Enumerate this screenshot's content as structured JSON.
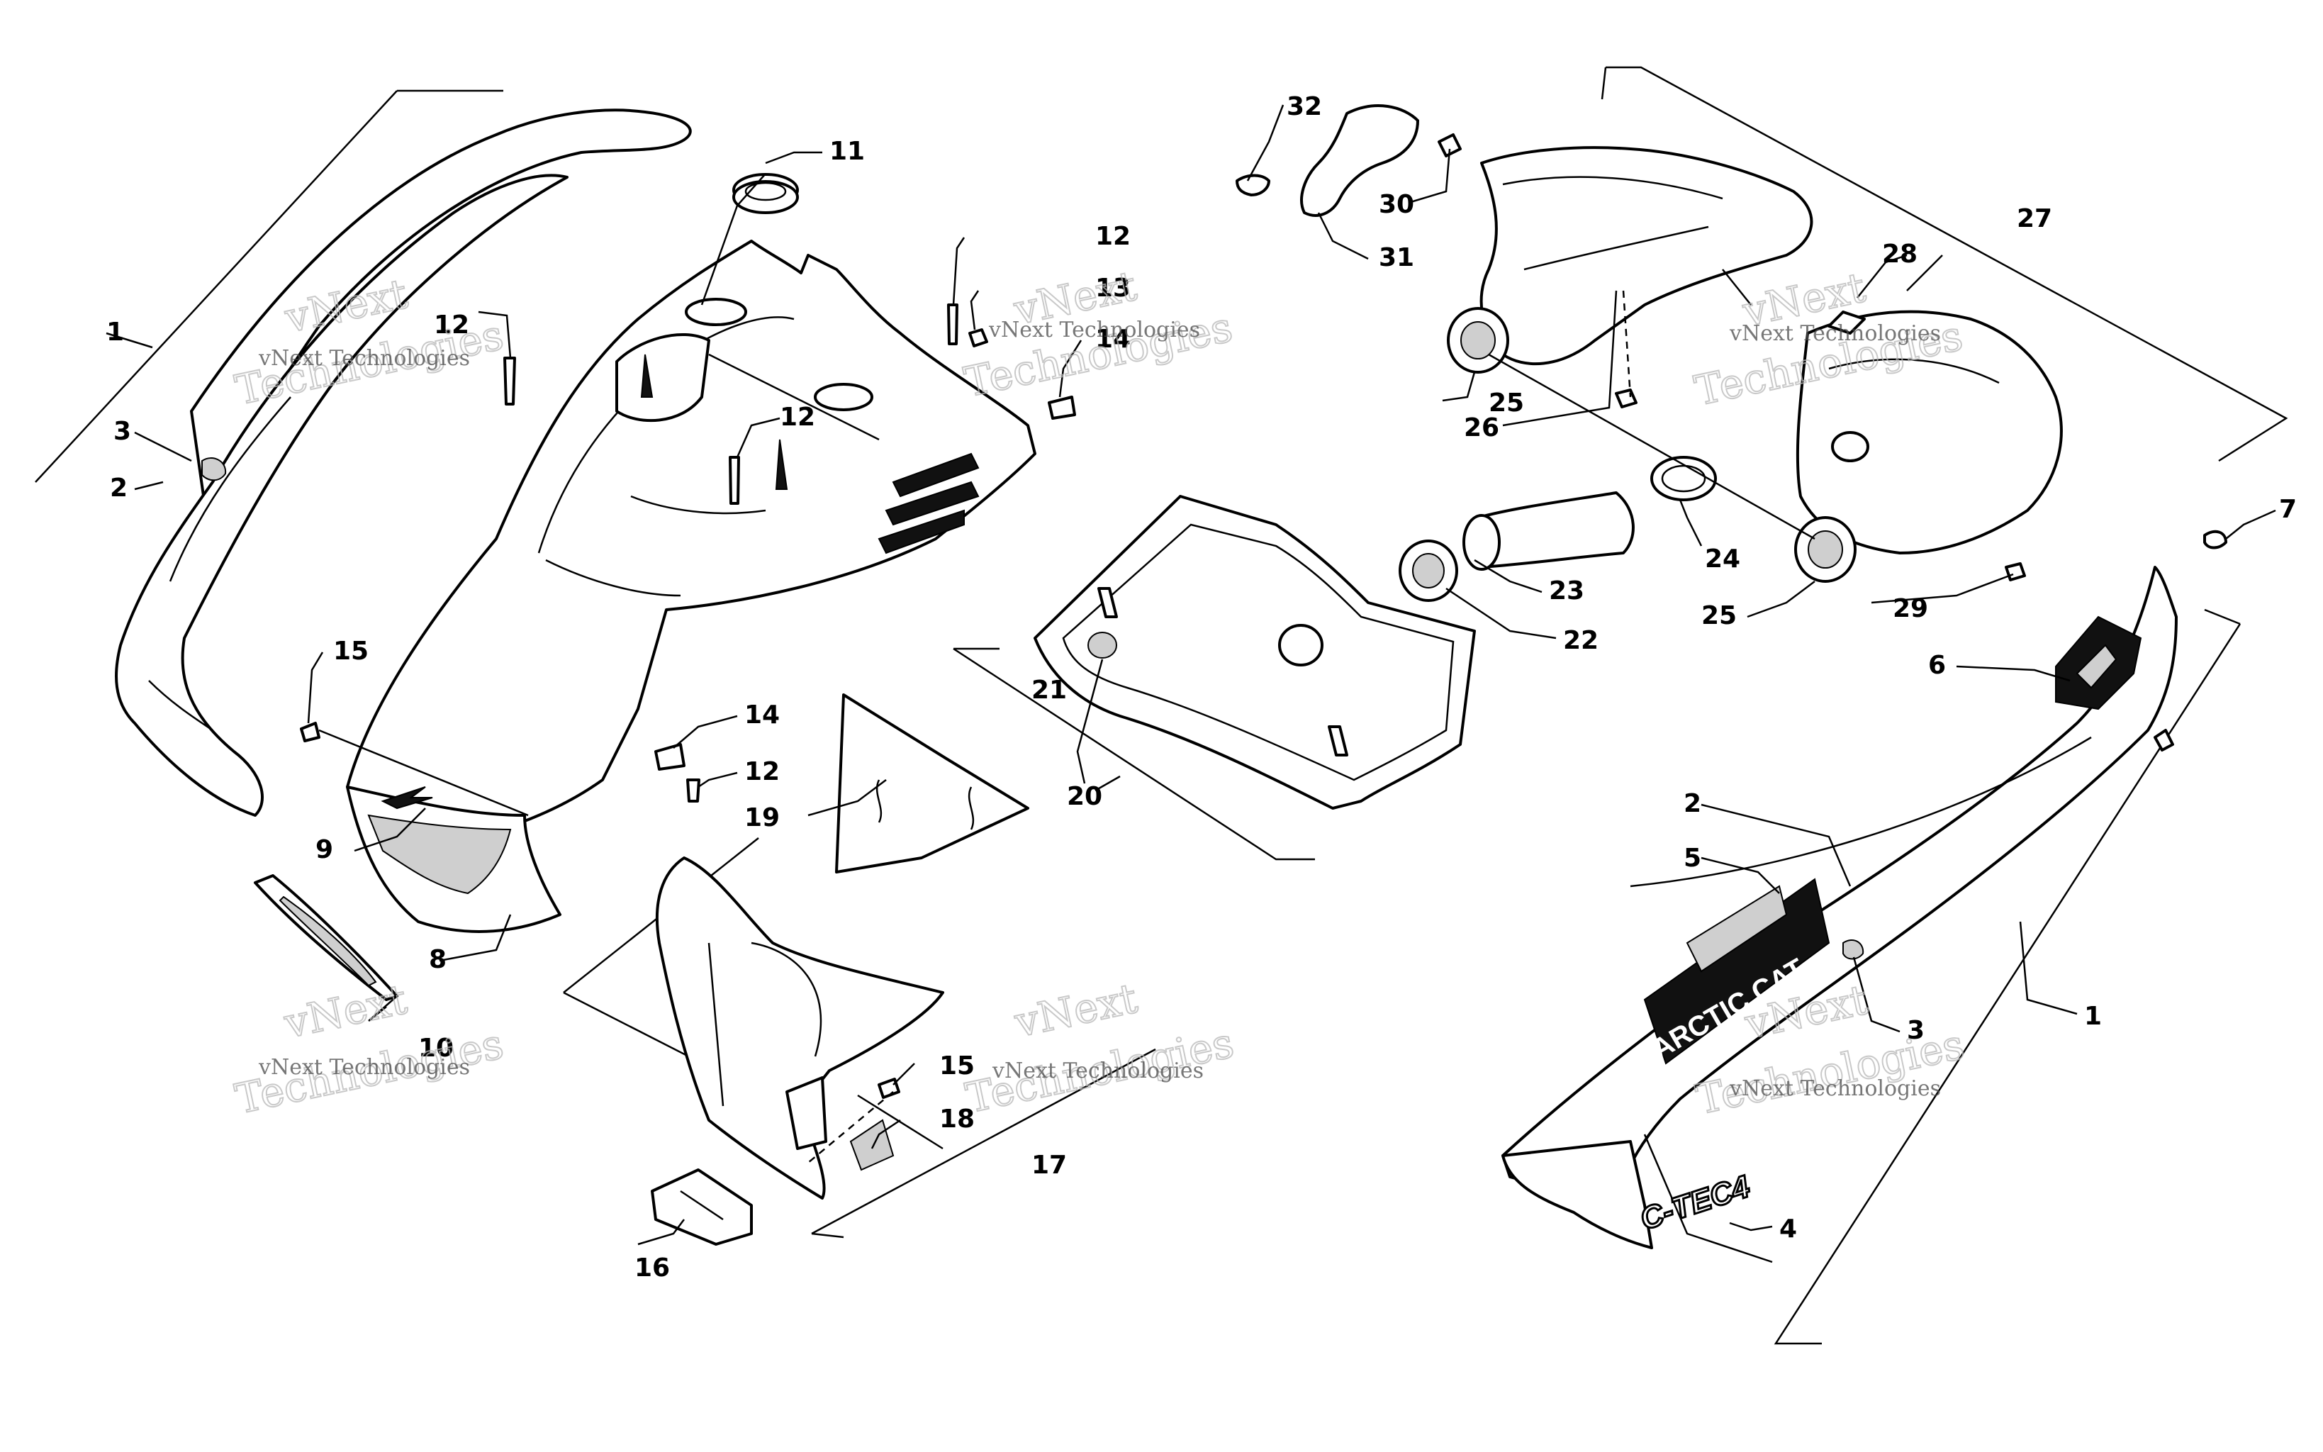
{
  "diagram": {
    "callouts": {
      "c1a": "1",
      "c1b": "1",
      "c2a": "2",
      "c2b": "2",
      "c3a": "3",
      "c3b": "3",
      "c4": "4",
      "c5": "5",
      "c6": "6",
      "c7": "7",
      "c8": "8",
      "c9": "9",
      "c10": "10",
      "c11": "11",
      "c12a": "12",
      "c12b": "12",
      "c12c": "12",
      "c12d": "12",
      "c13": "13",
      "c14a": "14",
      "c14b": "14",
      "c15a": "15",
      "c15b": "15",
      "c16": "16",
      "c17": "17",
      "c18": "18",
      "c19": "19",
      "c20": "20",
      "c21": "21",
      "c22": "22",
      "c23": "23",
      "c24": "24",
      "c25a": "25",
      "c25b": "25",
      "c26": "26",
      "c27": "27",
      "c28": "28",
      "c29": "29",
      "c30": "30",
      "c31": "31",
      "c32": "32"
    },
    "decals": {
      "brand": "ARCTIC CAT",
      "model": "C-TEC4"
    },
    "watermark": {
      "line1": "vNext Technologies",
      "line2": "vNext",
      "line3": "Technologies"
    }
  }
}
